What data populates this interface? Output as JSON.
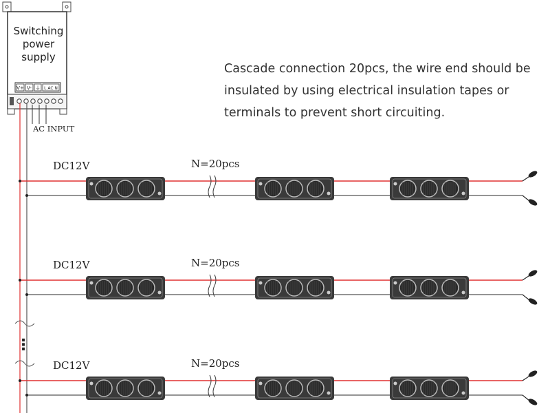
{
  "psu": {
    "title_lines": [
      "Switching",
      "power",
      "supply"
    ],
    "terminal_labels": [
      "V+",
      "V-",
      "⏚",
      "L AC N"
    ],
    "input_label": "AC INPUT"
  },
  "note_lines": [
    "Cascade connection 20pcs, the wire end should be",
    "insulated by using electrical insulation tapes or",
    "terminals to prevent short circuiting."
  ],
  "rows": [
    {
      "voltage_label": "DC12V",
      "count_label": "N=20pcs"
    },
    {
      "voltage_label": "DC12V",
      "count_label": "N=20pcs"
    },
    {
      "voltage_label": "DC12V",
      "count_label": "N=20pcs"
    }
  ],
  "ellipsis": "⋮",
  "colors": {
    "positive_wire": "#e03030",
    "negative_wire": "#555555",
    "module_body": "#3a3a3a",
    "lens": "#2a2a2a"
  }
}
